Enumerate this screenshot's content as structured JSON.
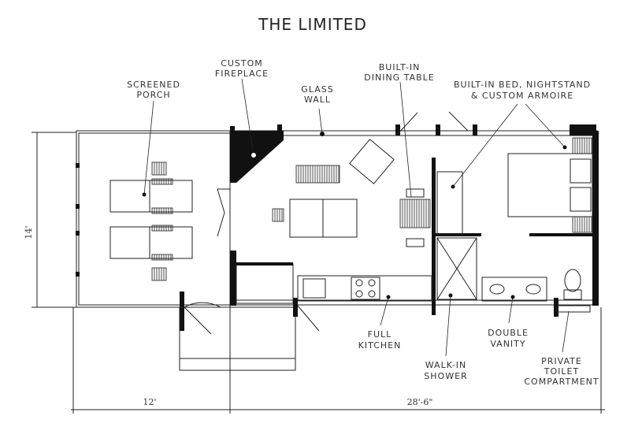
{
  "title": "The Limited",
  "labels": {
    "porch": [
      "SCREENED",
      "PORCH"
    ],
    "fireplace": [
      "CUSTOM",
      "FIREPLACE"
    ],
    "glass_wall": [
      "GLASS",
      "WALL"
    ],
    "dining": [
      "BUILT-IN",
      "DINING TABLE"
    ],
    "bed": [
      "BUILT-IN BED, NIGHTSTAND",
      "& CUSTOM ARMOIRE"
    ],
    "kitchen": [
      "FULL",
      "KITCHEN"
    ],
    "shower": [
      "WALK-IN",
      "SHOWER"
    ],
    "vanity": [
      "DOUBLE",
      "VANITY"
    ],
    "toilet": [
      "PRIVATE",
      "TOILET",
      "COMPARTMENT"
    ]
  },
  "dimensions": {
    "width": "14'",
    "porch_length": "12'",
    "house_length": "28'-6\""
  }
}
